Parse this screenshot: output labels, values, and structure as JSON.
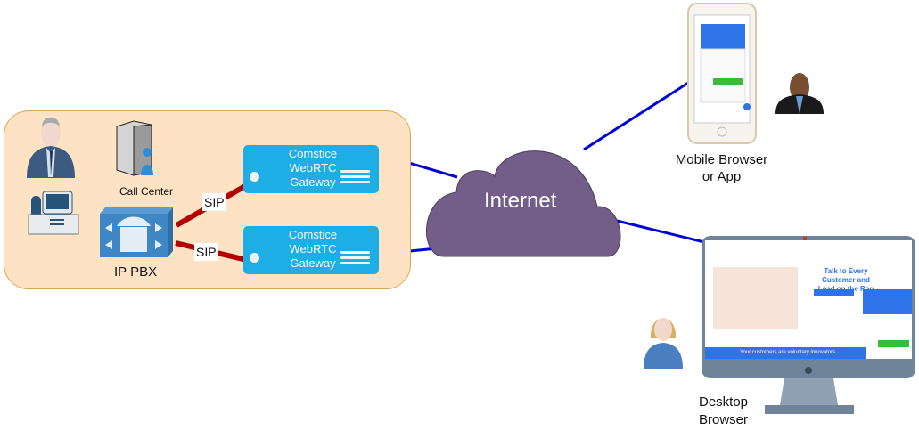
{
  "diagram": {
    "site": {
      "call_center_label": "Call Center",
      "pbx_label": "IP PBX",
      "gateways": [
        {
          "name": "Comstice WebRTC Gateway",
          "lines": [
            "Comstice",
            "WebRTC",
            "Gateway"
          ]
        },
        {
          "name": "Comstice WebRTC Gateway",
          "lines": [
            "Comstice",
            "WebRTC",
            "Gateway"
          ]
        }
      ],
      "links": [
        {
          "from": "IP PBX",
          "to": "Gateway 1",
          "label": "SIP"
        },
        {
          "from": "IP PBX",
          "to": "Gateway 2",
          "label": "SIP"
        }
      ]
    },
    "cloud": {
      "label": "Internet"
    },
    "clients": {
      "mobile": {
        "label_line1": "Mobile Browser",
        "label_line2": "or App"
      },
      "desktop": {
        "label_line1": "Desktop",
        "label_line2": "Browser",
        "hero_line1": "Talk to Every",
        "hero_line2": "Customer and",
        "hero_line3": "Lead on the Pho",
        "banner": "Your customers are voluntary innovators"
      }
    },
    "colors": {
      "panel_fill": "#fde2c4",
      "panel_border": "#d9a74a",
      "gateway": "#1eaee6",
      "sip_link": "#b30000",
      "internet_link": "#0000dd",
      "cloud": "#735e8a"
    }
  }
}
